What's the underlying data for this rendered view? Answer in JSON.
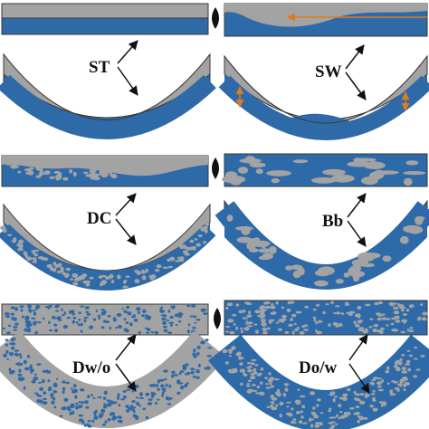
{
  "colors": {
    "phase_blue": "#2f6aa8",
    "phase_gray": "#a3a3a3",
    "outline": "#3a3a3a",
    "arrow": "#111111",
    "accent_orange": "#e07b1a",
    "background": "#ffffff"
  },
  "panels": [
    {
      "id": "st",
      "label": "ST",
      "pattern": "stratified"
    },
    {
      "id": "sw",
      "label": "SW",
      "pattern": "stratified-wavy"
    },
    {
      "id": "dc",
      "label": "DC",
      "pattern": "dispersed-chain"
    },
    {
      "id": "bb",
      "label": "Bb",
      "pattern": "big-blobs"
    },
    {
      "id": "dwo",
      "label": "Dw/o",
      "pattern": "water-in-oil-dispersion"
    },
    {
      "id": "dow",
      "label": "Do/w",
      "pattern": "oil-in-water-dispersion"
    }
  ],
  "icons": {
    "pinch": "pinch-point-icon",
    "arrow": "label-arrow-icon"
  }
}
